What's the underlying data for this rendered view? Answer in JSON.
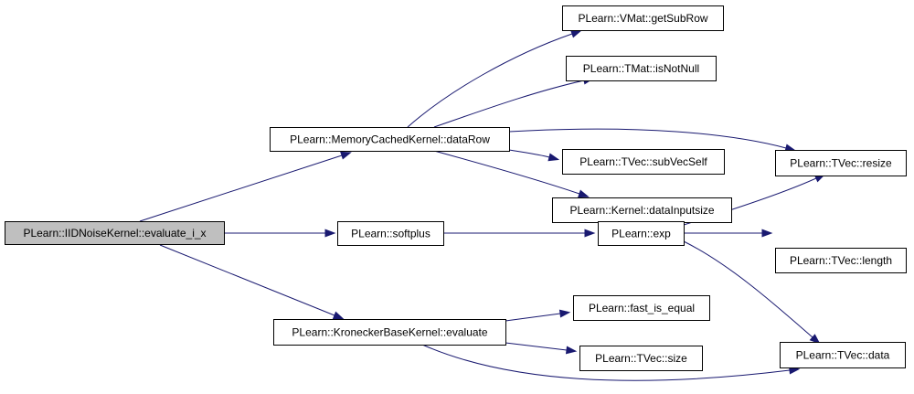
{
  "graph": {
    "nodes": [
      {
        "id": "root",
        "label": "PLearn::IIDNoiseKernel::evaluate_i_x",
        "highlighted": true
      },
      {
        "id": "dataRow",
        "label": "PLearn::MemoryCachedKernel::dataRow"
      },
      {
        "id": "softplus",
        "label": "PLearn::softplus"
      },
      {
        "id": "kbkEvaluate",
        "label": "PLearn::KroneckerBaseKernel::evaluate"
      },
      {
        "id": "getSubRow",
        "label": "PLearn::VMat::getSubRow"
      },
      {
        "id": "isNotNull",
        "label": "PLearn::TMat::isNotNull"
      },
      {
        "id": "subVecSelf",
        "label": "PLearn::TVec::subVecSelf"
      },
      {
        "id": "dataInputsize",
        "label": "PLearn::Kernel::dataInputsize"
      },
      {
        "id": "exp",
        "label": "PLearn::exp"
      },
      {
        "id": "fastIsEqual",
        "label": "PLearn::fast_is_equal"
      },
      {
        "id": "size",
        "label": "PLearn::TVec::size"
      },
      {
        "id": "resize",
        "label": "PLearn::TVec::resize"
      },
      {
        "id": "length",
        "label": "PLearn::TVec::length"
      },
      {
        "id": "data",
        "label": "PLearn::TVec::data"
      }
    ],
    "edges": [
      {
        "from": "root",
        "to": "dataRow"
      },
      {
        "from": "root",
        "to": "softplus"
      },
      {
        "from": "root",
        "to": "kbkEvaluate"
      },
      {
        "from": "dataRow",
        "to": "getSubRow"
      },
      {
        "from": "dataRow",
        "to": "isNotNull"
      },
      {
        "from": "dataRow",
        "to": "resize"
      },
      {
        "from": "dataRow",
        "to": "subVecSelf"
      },
      {
        "from": "dataRow",
        "to": "dataInputsize"
      },
      {
        "from": "softplus",
        "to": "exp"
      },
      {
        "from": "exp",
        "to": "resize"
      },
      {
        "from": "exp",
        "to": "length"
      },
      {
        "from": "exp",
        "to": "data"
      },
      {
        "from": "kbkEvaluate",
        "to": "fastIsEqual"
      },
      {
        "from": "kbkEvaluate",
        "to": "size"
      },
      {
        "from": "kbkEvaluate",
        "to": "data"
      }
    ],
    "colors": {
      "edge": "#191970",
      "root_fill": "#bfbfbf",
      "node_fill": "#ffffff",
      "node_border": "#000000"
    }
  }
}
